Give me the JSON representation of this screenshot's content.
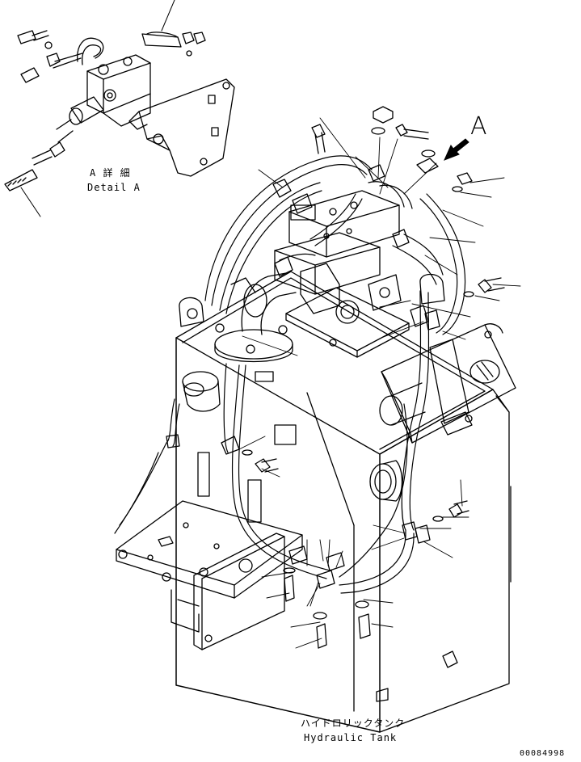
{
  "detail_label": {
    "jp": "A 詳 細",
    "en": "Detail A"
  },
  "view_marker": "A",
  "tank_label": {
    "jp": "ハイドロリックタンク",
    "en": "Hydraulic Tank"
  },
  "drawing_number": "00084998"
}
